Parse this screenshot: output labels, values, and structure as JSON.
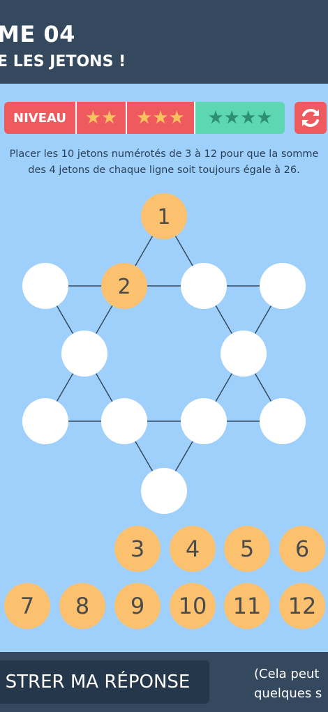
{
  "header": {
    "title_line1": "ME 04",
    "title_line2": "E LES JETONS !"
  },
  "levels": {
    "label": "NIVEAU",
    "two_stars": "★★",
    "three_stars": "★★★",
    "four_stars": "★★★★"
  },
  "instructions": {
    "line1": "Placer les 10 jetons numérotés de 3 à 12  pour que la somme",
    "line2": "des 4 jetons de chaque ligne soit toujours égale à 26."
  },
  "board": {
    "placed": [
      {
        "slot": "top",
        "value": "1"
      },
      {
        "slot": "upper-left-inner",
        "value": "2"
      }
    ]
  },
  "tokens": [
    "3",
    "4",
    "5",
    "6",
    "7",
    "8",
    "9",
    "10",
    "11",
    "12"
  ],
  "footer": {
    "submit_label": "STRER MA RÉPONSE",
    "note_line1": "(Cela peut",
    "note_line2": "quelques s"
  },
  "colors": {
    "background": "#9fd0fb",
    "header": "#34495e",
    "token": "#fbc16f",
    "level_red": "#ef5a5e",
    "level_green": "#5dd7b1"
  }
}
